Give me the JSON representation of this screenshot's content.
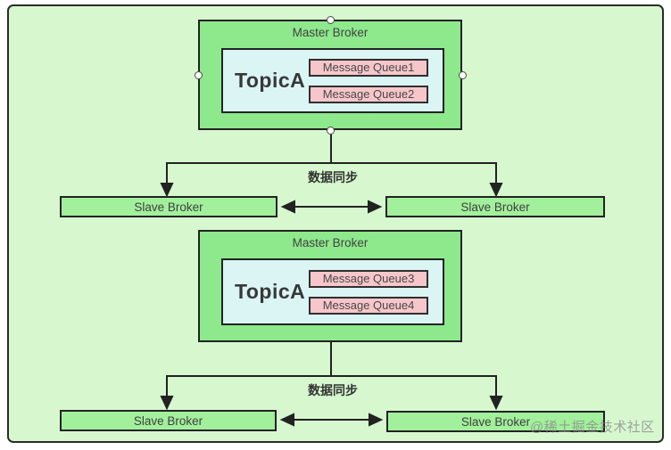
{
  "diagram": {
    "clusters": [
      {
        "master_label": "Master Broker",
        "topic_label": "TopicA",
        "queues": [
          "Message Queue1",
          "Message Queue2"
        ],
        "sync_label": "数据同步",
        "slave_left_label": "Slave Broker",
        "slave_right_label": "Slave Broker"
      },
      {
        "master_label": "Master Broker",
        "topic_label": "TopicA",
        "queues": [
          "Message Queue3",
          "Message Queue4"
        ],
        "sync_label": "数据同步",
        "slave_left_label": "Slave Broker",
        "slave_right_label": "Slave Broker"
      }
    ],
    "watermark": "@稀土掘金技术社区",
    "colors": {
      "page_background": "#ffffff",
      "frame_fill": "#d7f8cf",
      "master_fill": "#8ee88c",
      "slave_fill": "#a2f09c",
      "topic_fill": "#daf5f4",
      "queue_fill": "#f7c6ca",
      "line": "#222222",
      "text": "#3f3f3f"
    }
  }
}
